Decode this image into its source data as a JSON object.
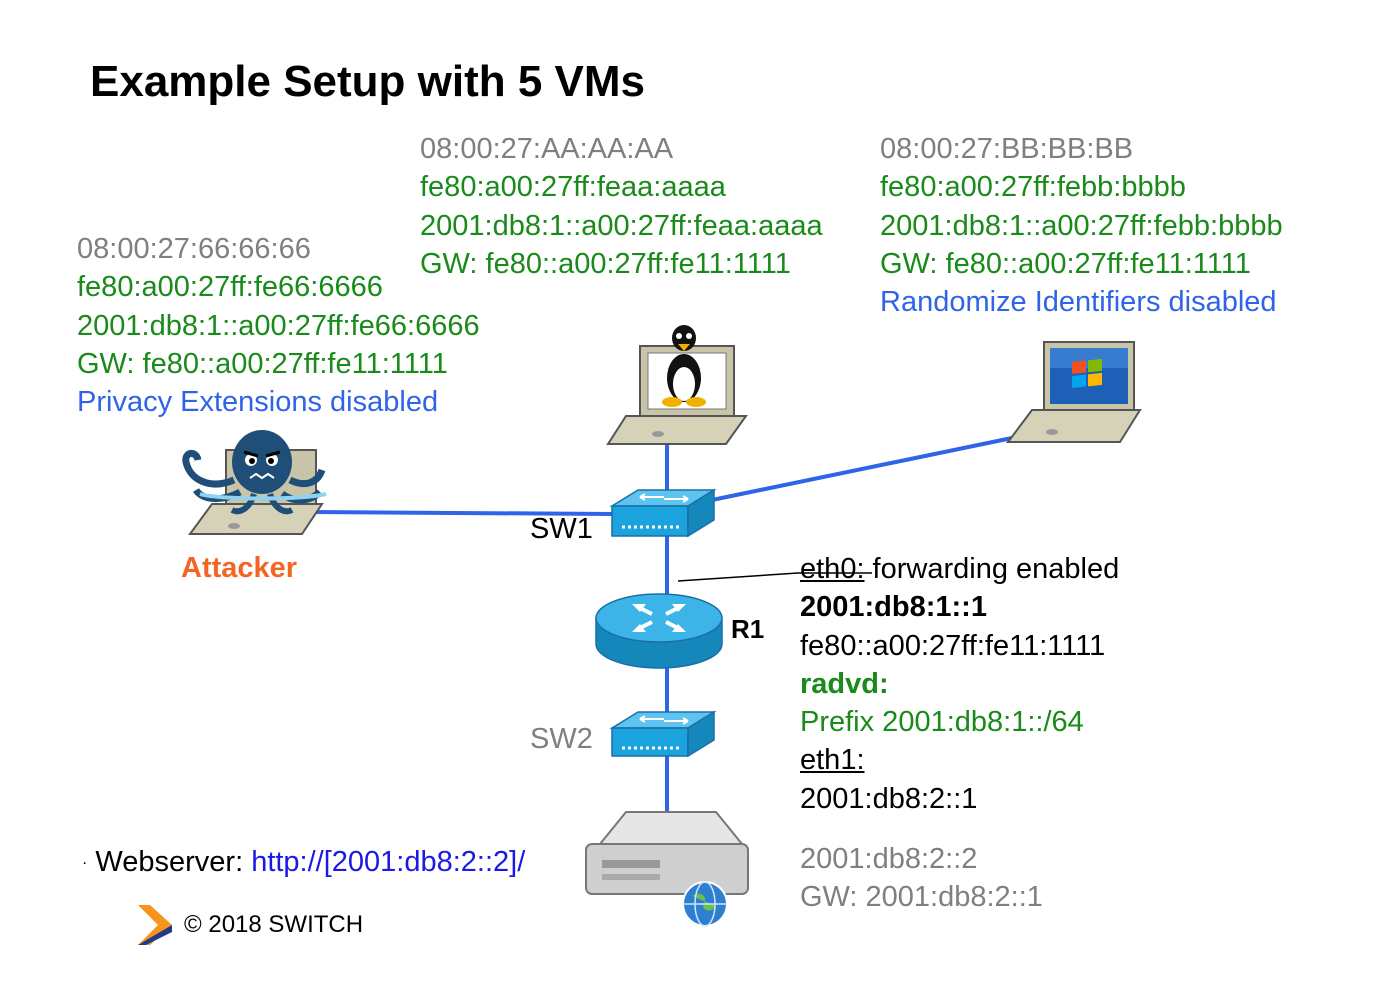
{
  "title": "Example Setup with 5 VMs",
  "attacker_vm": {
    "mac": "08:00:27:66:66:66",
    "link_local": "fe80:a00:27ff:fe66:6666",
    "global": "2001:db8:1::a00:27ff:fe66:6666",
    "gateway": "GW: fe80::a00:27ff:fe11:1111",
    "note": "Privacy Extensions disabled",
    "label": "Attacker"
  },
  "linux_vm": {
    "mac": "08:00:27:AA:AA:AA",
    "link_local": "fe80:a00:27ff:feaa:aaaa",
    "global": "2001:db8:1::a00:27ff:feaa:aaaa",
    "gateway": "GW: fe80::a00:27ff:fe11:1111"
  },
  "windows_vm": {
    "mac": "08:00:27:BB:BB:BB",
    "link_local": "fe80:a00:27ff:febb:bbbb",
    "global": "2001:db8:1::a00:27ff:febb:bbbb",
    "gateway": "GW: fe80::a00:27ff:fe11:1111",
    "note": "Randomize Identifiers disabled"
  },
  "switch1": {
    "label": "SW1"
  },
  "switch2": {
    "label": "SW2"
  },
  "router": {
    "label": "R1",
    "eth0_label": "eth0:",
    "eth0_status": " forwarding enabled",
    "eth0_global": "2001:db8:1::1",
    "eth0_link_local": "fe80::a00:27ff:fe11:1111",
    "radvd_label": "radvd:",
    "radvd_prefix": "Prefix 2001:db8:1::/64",
    "eth1_label": "eth1:",
    "eth1_global": "2001:db8:2::1"
  },
  "webserver": {
    "address": "2001:db8:2::2",
    "gateway": "GW: 2001:db8:2::1",
    "bullet": "·",
    "caption": "Webserver: ",
    "url": "http://[2001:db8:2::2]/"
  },
  "footer": {
    "copyright": "© 2018 SWITCH"
  },
  "colors": {
    "grey": "#7f7f7f",
    "green": "#1a8a1a",
    "blue": "#2f63e8",
    "attacker": "#f26522",
    "link": "#2f63e8",
    "switch": "#1aa3dc"
  }
}
